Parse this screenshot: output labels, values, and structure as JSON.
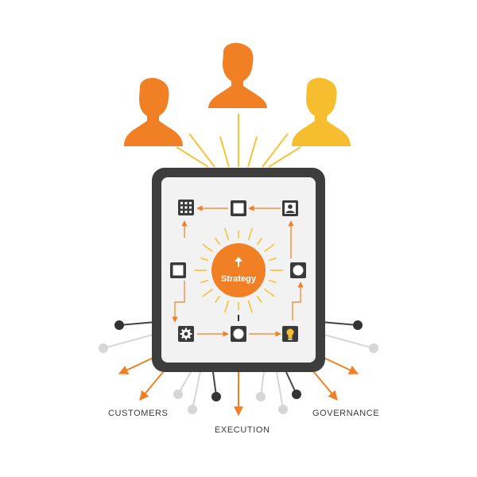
{
  "center": {
    "label": "Strategy"
  },
  "labels": {
    "customers": "CUSTOMERS",
    "execution": "EXECUTION",
    "governance": "GOVERNANCE"
  },
  "colors": {
    "orange": "#F08023",
    "yellow": "#F6BE2E",
    "ray": "#F6C23A",
    "frame": "#3D3D3D",
    "screen": "#F2F2F2",
    "arrow": "#F08023",
    "icon_dark": "#3A3A3A",
    "node_dark": "#333333",
    "node_light": "#D6D6D6"
  },
  "people": [
    {
      "name": "person-left",
      "color": "orange"
    },
    {
      "name": "person-center",
      "color": "orange"
    },
    {
      "name": "person-right",
      "color": "yellow"
    }
  ],
  "icons": [
    "grid-icon",
    "square-icon",
    "user-icon",
    "square-icon",
    "circle-icon",
    "gear-icon",
    "circle-icon",
    "lightbulb-icon"
  ]
}
